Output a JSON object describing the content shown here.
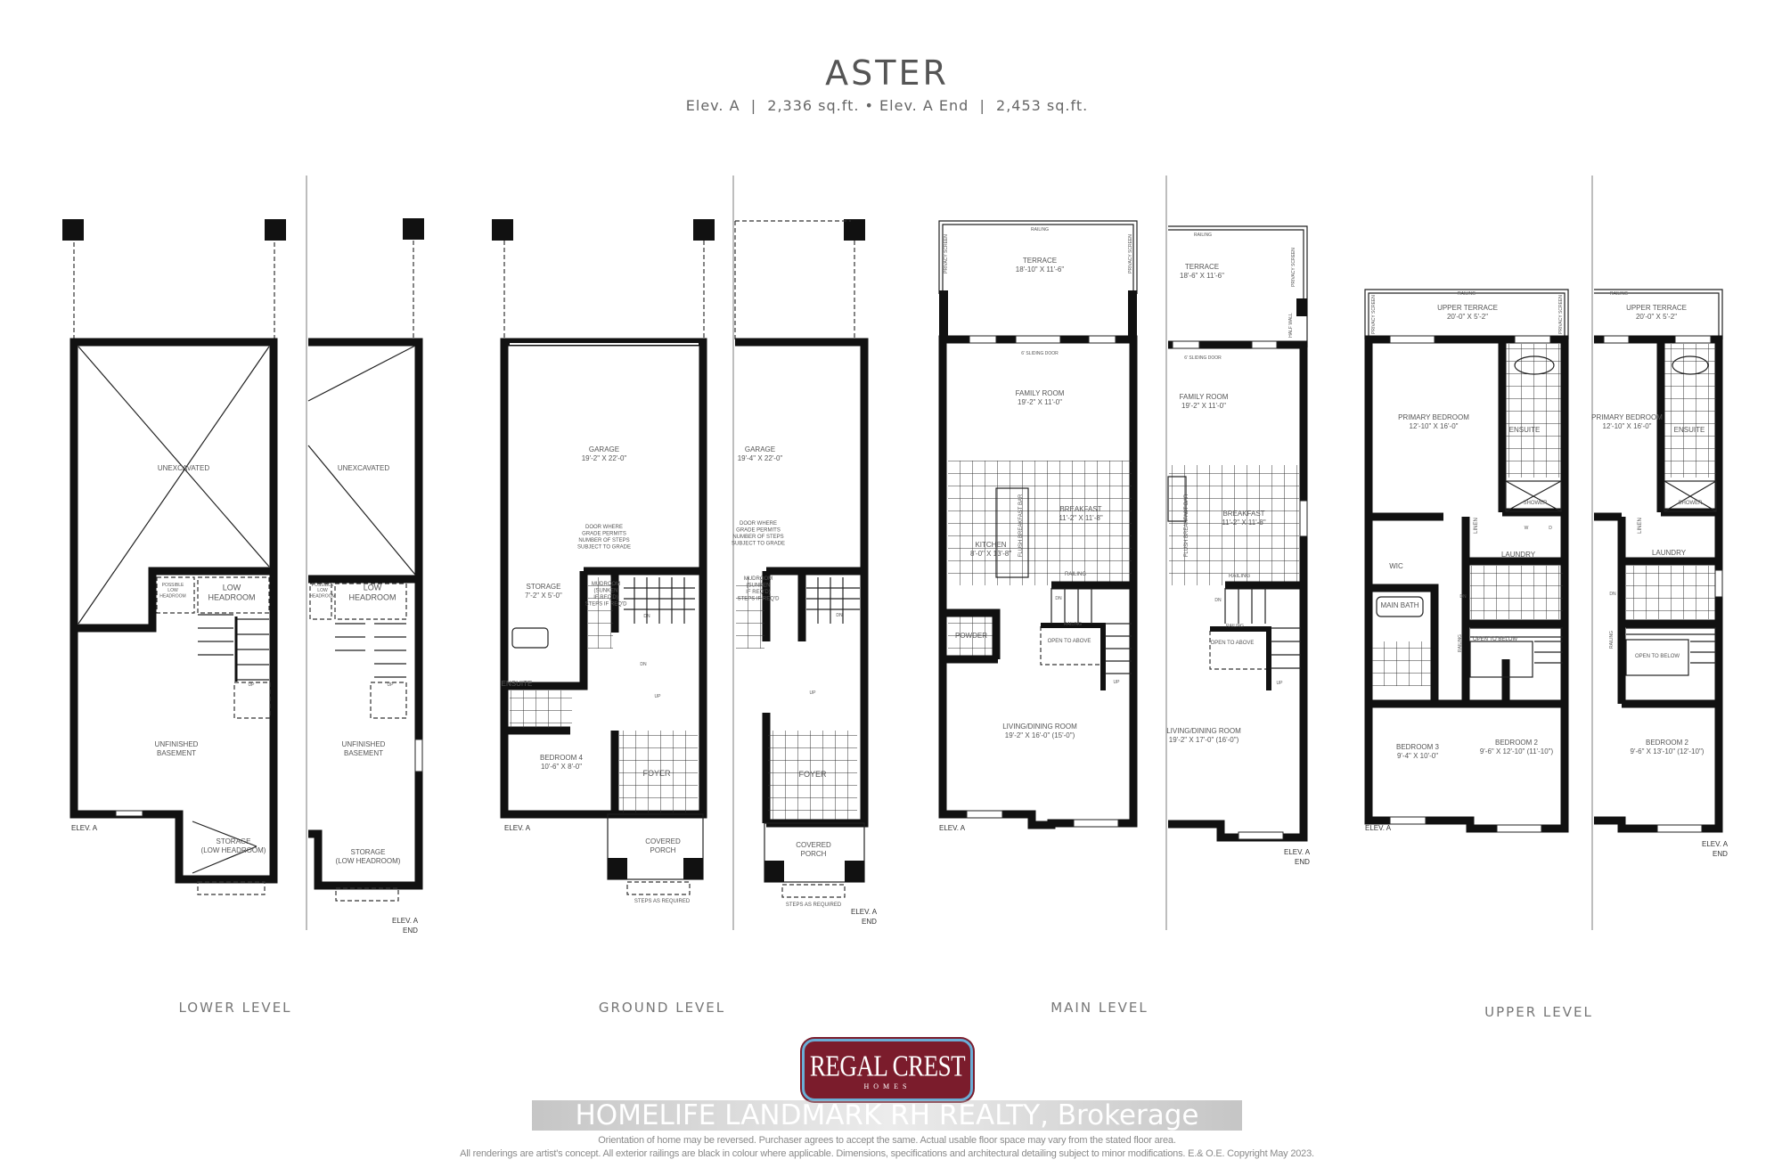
{
  "header": {
    "title": "ASTER",
    "subtitle": "Elev. A  |  2,336 sq.ft. • Elev. A End  |  2,453 sq.ft."
  },
  "levels": [
    {
      "label": "LOWER LEVEL"
    },
    {
      "label": "GROUND LEVEL"
    },
    {
      "label": "MAIN LEVEL"
    },
    {
      "label": "UPPER LEVEL"
    }
  ],
  "plans": [
    {
      "level": "LOWER LEVEL",
      "elevation": [
        "ELEV. A"
      ],
      "rooms": [
        [
          "UNEXCAVATED"
        ],
        [
          "POSSIBLE",
          "LOW",
          "HEADROOM"
        ],
        [
          "LOW",
          "HEADROOM"
        ],
        [
          "UP"
        ],
        [
          "UNFINISHED",
          "BASEMENT"
        ],
        [
          "STORAGE",
          "(LOW HEADROOM)"
        ]
      ]
    },
    {
      "level": "LOWER LEVEL",
      "elevation": [
        "ELEV. A",
        "END"
      ],
      "rooms": [
        [
          "UNEXCAVATED"
        ],
        [
          "POSSIBLE",
          "LOW",
          "HEADROOM"
        ],
        [
          "LOW",
          "HEADROOM"
        ],
        [
          "UP"
        ],
        [
          "UNFINISHED",
          "BASEMENT"
        ],
        [
          "STORAGE",
          "(LOW HEADROOM)"
        ]
      ]
    },
    {
      "level": "GROUND LEVEL",
      "elevation": [
        "ELEV. A"
      ],
      "rooms": [
        [
          "GARAGE",
          "19'-2\" X 22'-0\""
        ],
        [
          "DOOR WHERE",
          "GRADE PERMITS",
          "NUMBER OF STEPS",
          "SUBJECT TO GRADE"
        ],
        [
          "STORAGE",
          "7'-2\" X 5'-0\""
        ],
        [
          "MUDROOM",
          "(SUNKEN",
          "IF REQ'D)",
          "STEPS IF REQ'D"
        ],
        [
          "DN"
        ],
        [
          "DN"
        ],
        [
          "UP"
        ],
        [
          "ENSUITE"
        ],
        [
          "BEDROOM 4",
          "10'-6\" X 8'-0\""
        ],
        [
          "FOYER"
        ],
        [
          "COVERED",
          "PORCH"
        ],
        [
          "STEPS AS REQUIRED"
        ]
      ]
    },
    {
      "level": "GROUND LEVEL",
      "elevation": [
        "ELEV. A",
        "END"
      ],
      "rooms": [
        [
          "GARAGE",
          "19'-4\" X 22'-0\""
        ],
        [
          "DOOR WHERE",
          "GRADE PERMITS",
          "NUMBER OF STEPS",
          "SUBJECT TO GRADE"
        ],
        [
          "MUDROOM",
          "(SUNKEN",
          "IF REQ'D)",
          "STEPS IF REQ'D"
        ],
        [
          "DN"
        ],
        [
          "UP"
        ],
        [
          "FOYER"
        ],
        [
          "COVERED",
          "PORCH"
        ],
        [
          "STEPS AS REQUIRED"
        ]
      ]
    },
    {
      "level": "MAIN LEVEL",
      "elevation": [
        "ELEV. A"
      ],
      "rooms": [
        [
          "RAILING"
        ],
        [
          "TERRACE",
          "18'-10\" X 11'-6\""
        ],
        [
          "6' SLIDING DOOR"
        ],
        [
          "FAMILY ROOM",
          "19'-2\" X 11'-0\""
        ],
        [
          "BREAKFAST",
          "11'-2\" X 11'-8\""
        ],
        [
          "KITCHEN",
          "8'-0\" X 13'-8\""
        ],
        [
          "RAILING"
        ],
        [
          "DN"
        ],
        [
          "POWDER"
        ],
        [
          "RAILING"
        ],
        [
          "OPEN TO ABOVE"
        ],
        [
          "UP"
        ],
        [
          "LIVING/DINING ROOM",
          "19'-2\" X 16'-0\" (15'-0\")"
        ],
        [
          "PRIVACY SCREEN"
        ],
        [
          "PRIVACY SCREEN"
        ],
        [
          "FLUSH BREAKFAST BAR"
        ]
      ]
    },
    {
      "level": "MAIN LEVEL",
      "elevation": [
        "ELEV. A",
        "END"
      ],
      "rooms": [
        [
          "RAILING"
        ],
        [
          "TERRACE",
          "18'-6\" X 11'-6\""
        ],
        [
          "6' SLIDING DOOR"
        ],
        [
          "FAMILY ROOM",
          "19'-2\" X 11'-0\""
        ],
        [
          "BREAKFAST",
          "11'-2\" X 11'-8\""
        ],
        [
          "RAILING"
        ],
        [
          "DN"
        ],
        [
          "RAILING"
        ],
        [
          "OPEN TO ABOVE"
        ],
        [
          "UP"
        ],
        [
          "LIVING/DINING ROOM",
          "19'-2\" X 17'-0\" (16'-0\")"
        ],
        [
          "PRIVACY SCREEN"
        ],
        [
          "HALF WALL"
        ],
        [
          "FLUSH BREAKFAST BAR"
        ]
      ]
    },
    {
      "level": "UPPER LEVEL",
      "elevation": [
        "ELEV. A"
      ],
      "rooms": [
        [
          "RAILING"
        ],
        [
          "UPPER TERRACE",
          "20'-0\" X 5'-2\""
        ],
        [
          "PRIMARY BEDROOM",
          "12'-10\" X 16'-0\""
        ],
        [
          "ENSUITE"
        ],
        [
          "SHOWER"
        ],
        [
          "LINEN"
        ],
        [
          "W"
        ],
        [
          "D"
        ],
        [
          "LAUNDRY"
        ],
        [
          "WIC"
        ],
        [
          "DN"
        ],
        [
          "MAIN BATH"
        ],
        [
          "OPEN TO BELOW"
        ],
        [
          "RAILING"
        ],
        [
          "BEDROOM 3",
          "9'-4\" X 10'-0\""
        ],
        [
          "BEDROOM 2",
          "9'-6\" X 12'-10\" (11'-10\")"
        ],
        [
          "PRIVACY SCREEN"
        ],
        [
          "PRIVACY SCREEN"
        ]
      ]
    },
    {
      "level": "UPPER LEVEL",
      "elevation": [
        "ELEV. A",
        "END"
      ],
      "rooms": [
        [
          "RAILING"
        ],
        [
          "UPPER TERRACE",
          "20'-0\" X 5'-2\""
        ],
        [
          "PRIMARY BEDROOM",
          "12'-10\" X 16'-0\""
        ],
        [
          "ENSUITE"
        ],
        [
          "SHOWER"
        ],
        [
          "LINEN"
        ],
        [
          "LAUNDRY"
        ],
        [
          "DN"
        ],
        [
          "OPEN TO BELOW"
        ],
        [
          "RAILING"
        ],
        [
          "BEDROOM 2",
          "9'-6\" X 13'-10\" (12'-10\")"
        ]
      ]
    }
  ],
  "logo": {
    "name": "REGAL CREST",
    "sub": "HOMES",
    "colors": {
      "fill": "#7b1c2c",
      "border": "#6aaed6"
    }
  },
  "watermark": "HOMELIFE LANDMARK RH REALTY, Brokerage",
  "disclaimer": [
    "Orientation of home may be reversed. Purchaser agrees to accept the same. Actual usable floor space may vary from the stated floor area.",
    "All renderings are artist's concept. All exterior railings are black in colour where applicable. Dimensions, specifications and architectural detailing subject to minor modifications. E.& O.E. Copyright May 2023."
  ]
}
